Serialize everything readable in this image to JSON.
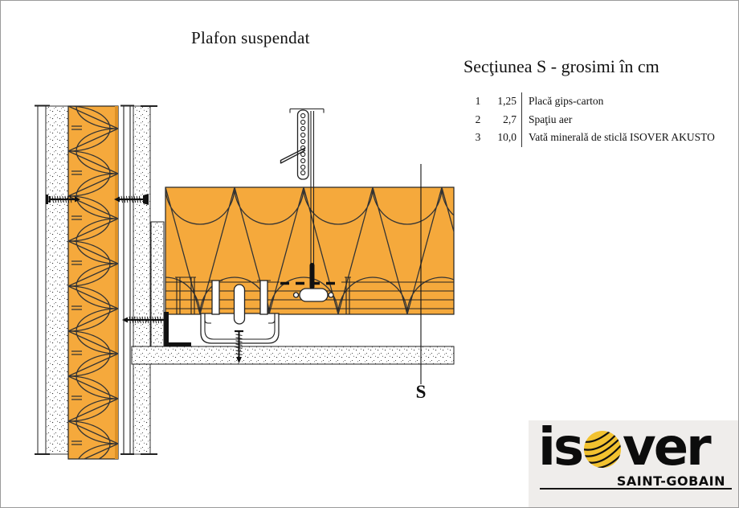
{
  "page": {
    "title": "Plafon suspendat"
  },
  "legend": {
    "title": "Secţiunea S - grosimi în cm",
    "rows": [
      {
        "num": "1",
        "thickness": "1,25",
        "label": "Placă gips-carton"
      },
      {
        "num": "2",
        "thickness": "2,7",
        "label": "Spaţiu aer"
      },
      {
        "num": "3",
        "thickness": "10,0",
        "label": "Vată minerală de sticlă ISOVER AKUSTO"
      }
    ]
  },
  "section_marker": "S",
  "logo": {
    "prefix": "is",
    "suffix": "ver",
    "subbrand": "SAINT-GOBAIN"
  },
  "colors": {
    "insulation": "#F5A93C",
    "insulation_edge": "#DE9226",
    "logo_yellow": "#F2C230",
    "logo_bg": "#EFEDEB",
    "ink": "#222222"
  }
}
